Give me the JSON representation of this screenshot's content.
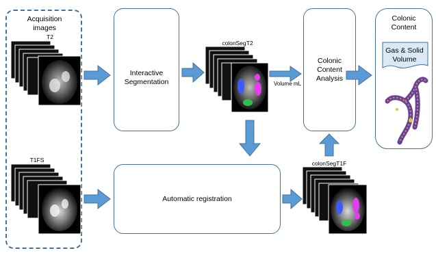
{
  "acquisition": {
    "title_line1": "Acquisition",
    "title_line2": "images",
    "t2_label": "T2",
    "t1fs_label": "T1FS"
  },
  "interactive_segmentation": {
    "line1": "Interactive",
    "line2": "Segmentation"
  },
  "automatic_registration": {
    "label": "Automatic registration"
  },
  "colonsegt2": {
    "label": "colonSegT2",
    "volume_label": "Volume mL"
  },
  "colonsegt1f": {
    "label": "colonSegT1F"
  },
  "colonic_content_analysis": {
    "line1": "Colonic",
    "line2": "Content",
    "line3": "Analysis"
  },
  "colonic_content": {
    "title_line1": "Colonic",
    "title_line2": "Content",
    "doc_line1": "Gas & Solid",
    "doc_line2": "Volume"
  },
  "colors": {
    "box_border": "#41719c",
    "arrow_fill": "#5b9bd5",
    "arrow_stroke": "#41719c",
    "doc_fill": "#dbe9f7"
  }
}
